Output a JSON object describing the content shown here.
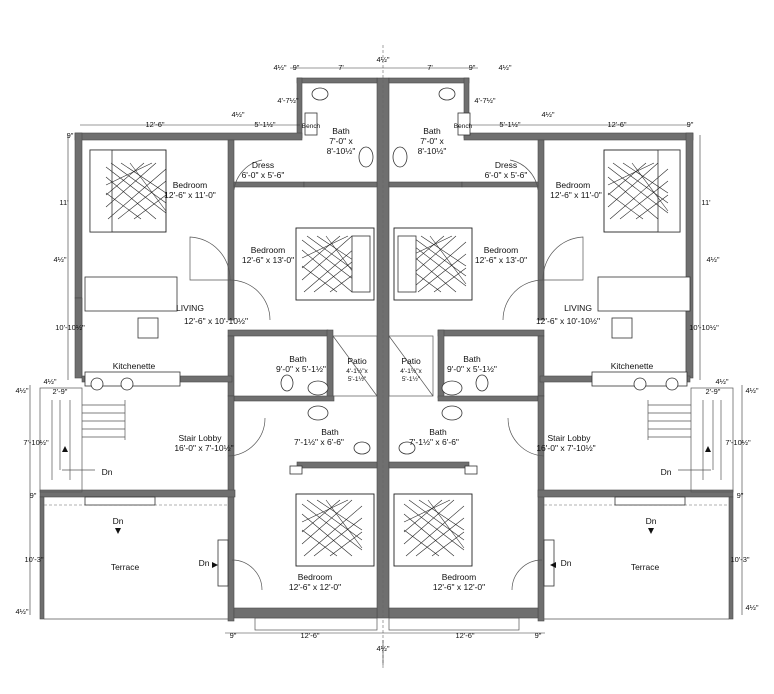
{
  "left": {
    "bath_top": {
      "name": "Bath",
      "size_w": "7'-0\" x",
      "size_h": "8'-10½\""
    },
    "bench": "Bench",
    "dress": {
      "name": "Dress",
      "size": "6'-0\" x 5'-6\""
    },
    "bedroom_nw": {
      "name": "Bedroom",
      "size": "12'-6\" x 11'-0\""
    },
    "bedroom_center": {
      "name": "Bedroom",
      "size": "12'-6\" x 13'-0\""
    },
    "living": {
      "name": "LIVING",
      "size": "12'-6\" x 10'-10½\""
    },
    "bath_mid": {
      "name": "Bath",
      "size": "9'-0\" x 5'-1½\""
    },
    "patio": {
      "name": "Patio",
      "size_w": "4'-1½\"x",
      "size_h": "5'-1½\""
    },
    "kitchenette": "Kitchenette",
    "stair_lobby": {
      "name": "Stair Lobby",
      "size": "16'-0\" x 7'-10½\""
    },
    "bath_lower": {
      "name": "Bath",
      "size": "7'-1½\" x 6'-6\""
    },
    "dn_stair": "Dn",
    "dn_terrace": "Dn",
    "dn_side": "Dn",
    "terrace": "Terrace",
    "bedroom_south": {
      "name": "Bedroom",
      "size": "12'-6\" x 12'-0\""
    }
  },
  "right": {
    "bath_top": {
      "name": "Bath",
      "size_w": "7'-0\" x",
      "size_h": "8'-10½\""
    },
    "bench": "Bench",
    "dress": {
      "name": "Dress",
      "size": "6'-0\" x 5'-6\""
    },
    "bedroom_ne": {
      "name": "Bedroom",
      "size": "12'-6\" x 11'-0\""
    },
    "bedroom_center": {
      "name": "Bedroom",
      "size": "12'-6\" x 13'-0\""
    },
    "living": {
      "name": "LIVING",
      "size": "12'-6\" x 10'-10½\""
    },
    "bath_mid": {
      "name": "Bath",
      "size": "9'-0\" x 5'-1½\""
    },
    "patio": {
      "name": "Patio",
      "size_w": "4'-1½\"x",
      "size_h": "5'-1½\""
    },
    "kitchenette": "Kitchenette",
    "stair_lobby": {
      "name": "Stair Lobby",
      "size": "16'-0\" x 7'-10½\""
    },
    "bath_lower": {
      "name": "Bath",
      "size": "7'-1½\" x 6'-6\""
    },
    "dn_stair": "Dn",
    "dn_terrace": "Dn",
    "dn_side": "Dn",
    "terrace": "Terrace",
    "bedroom_south": {
      "name": "Bedroom",
      "size": "12'-6\" x 12'-0\""
    }
  },
  "dims": {
    "top_9_left": "9\"",
    "top_7_left": "7'",
    "top_42_center": "4½\"",
    "top_7_right": "7'",
    "top_9_right": "9\"",
    "top_42_left": "4½\"",
    "top_42_right": "4½\"",
    "left_4712": "4'-7½\"",
    "right_4712": "4'-7½\"",
    "left_1226": "12'-6\"",
    "right_1226": "12'-6\"",
    "left_5112": "5'-1½\"",
    "right_5112": "5'-1½\"",
    "left_42_a": "4½\"",
    "right_42_a": "4½\"",
    "left_9_a": "9\"",
    "right_9_a": "9\"",
    "left_11": "11'",
    "right_11": "11'",
    "left_42_b": "4½\"",
    "right_42_b": "4½\"",
    "left_10105": "10'-10½\"",
    "right_10105": "10'-10½\"",
    "left_42_c": "4½\"",
    "right_42_c": "4½\"",
    "left_29": "2'-9\"",
    "right_29": "2'-9\"",
    "left_42_d": "4½\"",
    "right_42_d": "4½\"",
    "left_7105": "7'-10½\"",
    "right_7105": "7'-10½\"",
    "left_9_b": "9\"",
    "right_9_b": "9\"",
    "left_103": "10'-3\"",
    "right_103": "10'-3\"",
    "left_42_e": "4½\"",
    "right_42_e": "4½\"",
    "bottom_9_left": "9\"",
    "bottom_126_left": "12'-6\"",
    "bottom_42_center": "4½\"",
    "bottom_126_right": "12'-6\"",
    "bottom_9_right": "9\""
  }
}
